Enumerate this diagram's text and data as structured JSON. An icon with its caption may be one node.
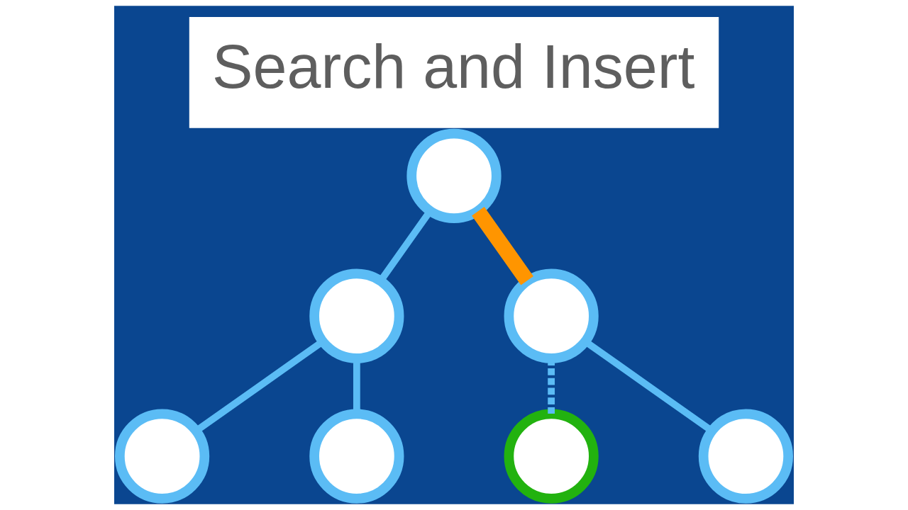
{
  "diagram": {
    "title": "Search and Insert",
    "nodes": [
      {
        "text": [],
        "shape": "circle"
      },
      {
        "text": [],
        "shape": "circle"
      },
      {
        "text": [],
        "shape": "circle"
      },
      {
        "text": [],
        "shape": "circle"
      },
      {
        "text": [],
        "shape": "circle"
      },
      {
        "text": [],
        "shape": "circle"
      },
      {
        "text": [],
        "shape": "circle"
      }
    ],
    "edges": [
      {
        "from": 0,
        "to": 1,
        "arrow": "none"
      },
      {
        "from": 0,
        "to": 2,
        "arrow": "none",
        "style": "thick",
        "color": "#ff9500"
      },
      {
        "from": 1,
        "to": 3,
        "arrow": "none"
      },
      {
        "from": 1,
        "to": 4,
        "arrow": "none"
      },
      {
        "from": 2,
        "to": 5,
        "arrow": "none",
        "style": "dashed"
      },
      {
        "from": 2,
        "to": 6,
        "arrow": "none"
      }
    ]
  }
}
